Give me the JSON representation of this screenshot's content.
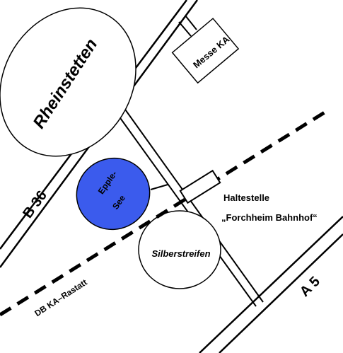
{
  "map": {
    "places": {
      "rheinstetten": "Rheinstetten",
      "messe": "Messe KA",
      "epple_line1": "Epple-",
      "epple_line2": "See",
      "silberstreifen": "Silberstreifen"
    },
    "roads": {
      "b36": "B 36",
      "a5": "A 5"
    },
    "railway": {
      "label": "DB KA–Rastatt"
    },
    "station": {
      "line1": "Haltestelle",
      "line2": "„Forchheim Bahnhof“"
    },
    "colors": {
      "lake": "#3b5bed",
      "lines": "#000000",
      "background": "#ffffff"
    }
  }
}
